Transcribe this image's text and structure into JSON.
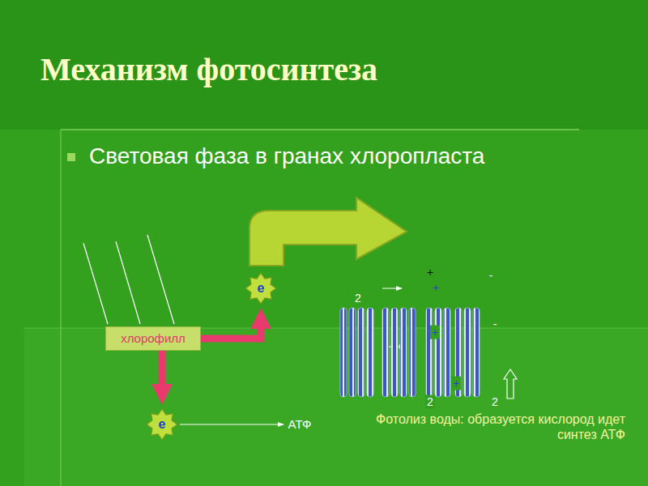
{
  "diagram": {
    "title": "Механизм фотосинтеза",
    "nodes": [
      {
        "text": [
          "е"
        ]
      },
      {
        "text": [
          "хлорофилл"
        ]
      },
      {
        "text": [
          "е"
        ]
      }
    ],
    "edges": [
      {
        "from": 1,
        "to": 0,
        "arrow": "to"
      },
      {
        "from": 1,
        "to": 2,
        "arrow": "to"
      }
    ],
    "labels": [
      "Световая фаза в гранах хлоропласта",
      "+",
      "-",
      "2",
      "+",
      "+",
      "-",
      "2",
      "+",
      "2",
      "АТФ",
      "Фотолиз воды: образуется кислород идет синтез АТФ"
    ]
  }
}
